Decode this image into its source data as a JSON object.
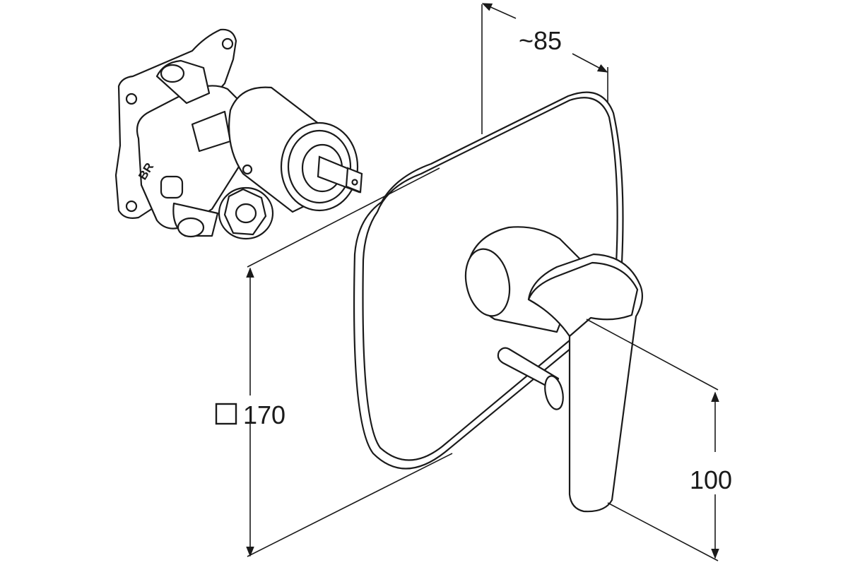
{
  "dimensions": {
    "depth_label": "~85",
    "width_label": "170",
    "height_label": "100"
  },
  "components": {
    "valve_mark": "BR"
  },
  "colors": {
    "line": "#1a1a1a",
    "background": "#ffffff"
  },
  "icons": {
    "square_symbol": "square-dimension-icon"
  }
}
